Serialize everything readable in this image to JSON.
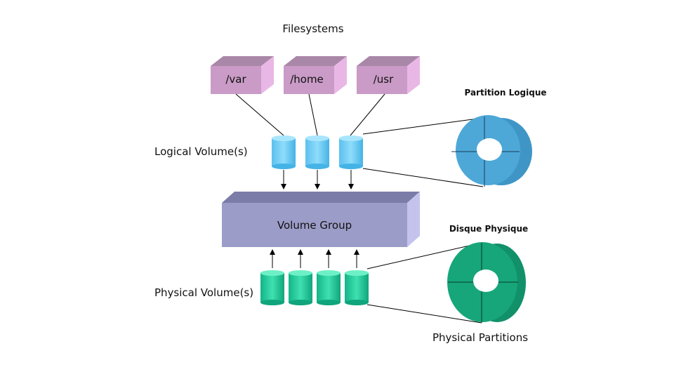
{
  "title": "Filesystems",
  "filesystems": [
    {
      "label": "/var"
    },
    {
      "label": "/home"
    },
    {
      "label": "/usr"
    }
  ],
  "labels": {
    "logical_volumes": "Logical Volume(s)",
    "volume_group": "Volume Group",
    "physical_volumes": "Physical Volume(s)",
    "partition_logique": "Partition Logique",
    "disque_physique": "Disque Physique",
    "physical_partitions": "Physical Partitions"
  },
  "colors": {
    "filesystem": "#c99bc6",
    "logical_volume": "#66c8f2",
    "volume_group": "#9c9cc8",
    "physical_volume": "#1fc99a",
    "partition_ring": "#4da8d8",
    "disk_ring": "#16a679"
  }
}
